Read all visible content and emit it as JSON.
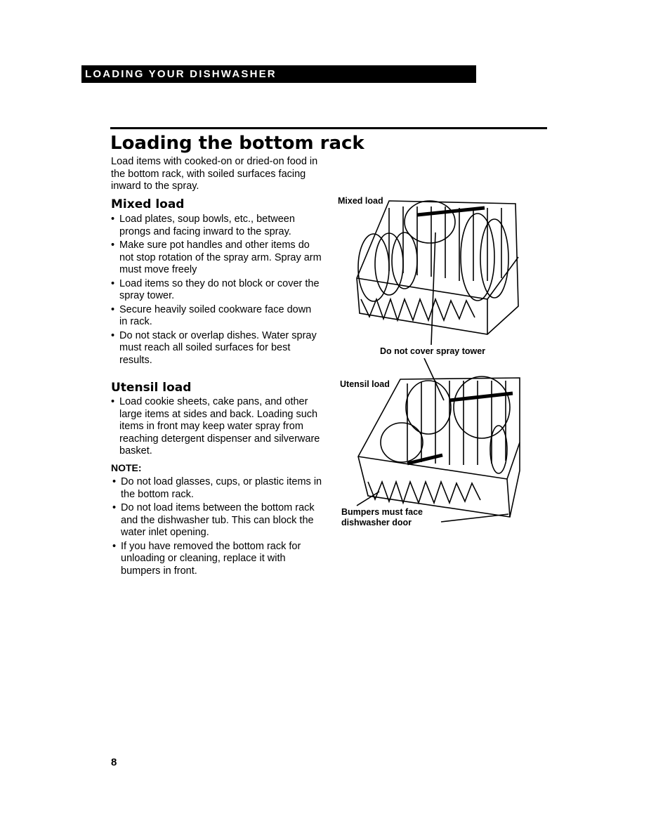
{
  "header": {
    "section_banner": "LOADING YOUR DISHWASHER"
  },
  "page": {
    "title": "Loading the bottom rack",
    "number": "8"
  },
  "intro": "Load items with cooked-on or dried-on food in the bottom rack, with soiled surfaces facing inward to the spray.",
  "mixed": {
    "heading": "Mixed load",
    "bullets": [
      "Load plates, soup bowls, etc., between prongs and facing inward to the spray.",
      "Make sure pot handles and other items do not stop rotation of the spray arm. Spray arm must move freely",
      "Load items so they do not block or cover the spray tower.",
      "Secure heavily soiled cookware face down in rack.",
      "Do not stack or overlap dishes. Water spray must reach all soiled surfaces for best results."
    ]
  },
  "utensil": {
    "heading": "Utensil load",
    "bullets": [
      "Load cookie sheets, cake pans, and other large items at sides and back. Loading such items in front may keep water spray from reaching detergent dispenser and silverware basket."
    ]
  },
  "note": {
    "label": "NOTE:",
    "bullets": [
      "Do not load glasses, cups, or plastic items in the bottom rack.",
      "Do not load items between the bottom rack and the dishwasher tub. This can block the water inlet opening.",
      "If you have removed the bottom rack for unloading or cleaning, replace it with bumpers in front."
    ]
  },
  "figures": {
    "mixed_caption": "Mixed load",
    "tower_caption": "Do not cover spray tower",
    "utensil_caption": "Utensil load",
    "bumpers_caption": "Bumpers must face dishwasher door"
  }
}
